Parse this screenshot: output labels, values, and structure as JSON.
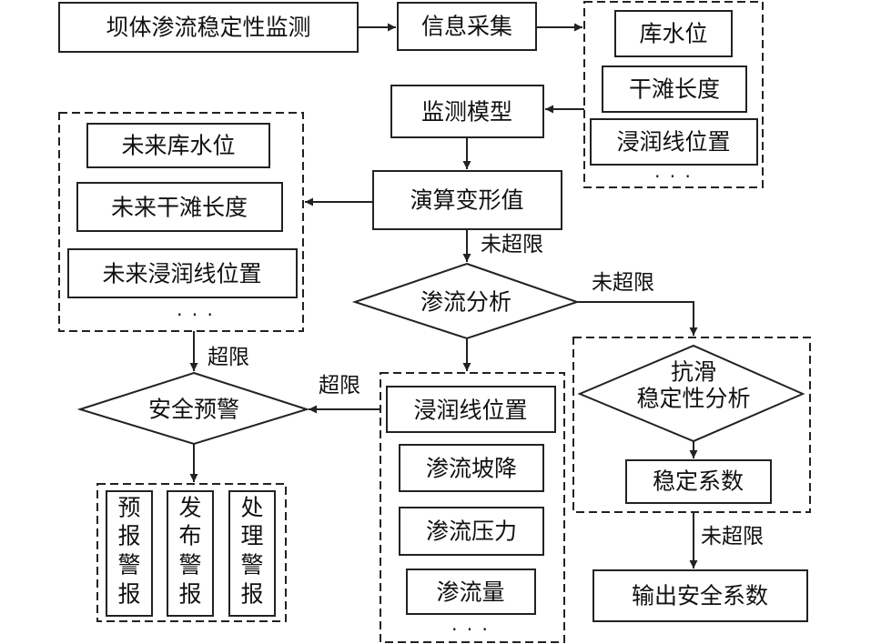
{
  "nodes": {
    "dam": "坝体渗流稳定性监测",
    "info": "信息采集",
    "reservoir_level": "库水位",
    "dry_beach": "干滩长度",
    "phreatic": "浸润线位置",
    "monitor_model": "监测模型",
    "future_level": "未来库水位",
    "future_beach": "未来干滩长度",
    "future_phreatic": "未来浸润线位置",
    "deformation": "演算变形值",
    "seepage_analysis": "渗流分析",
    "safety_warning": "安全预警",
    "seep_phreatic": "浸润线位置",
    "seep_gradient": "渗流坡降",
    "seep_pressure": "渗流压力",
    "seep_amount": "渗流量",
    "anti_slide_l1": "抗滑",
    "anti_slide_l2": "稳定性分析",
    "stability_coef": "稳定系数",
    "output": "输出安全系数",
    "forecast": [
      "预",
      "报",
      "警",
      "报"
    ],
    "publish": [
      "发",
      "布",
      "警",
      "报"
    ],
    "handle": [
      "处",
      "理",
      "警",
      "报"
    ]
  },
  "edge_labels": {
    "not_exceed_1": "未超限",
    "not_exceed_2": "未超限",
    "not_exceed_3": "未超限",
    "exceed_1": "超限",
    "exceed_2": "超限"
  },
  "ellipsis": "· · ·"
}
